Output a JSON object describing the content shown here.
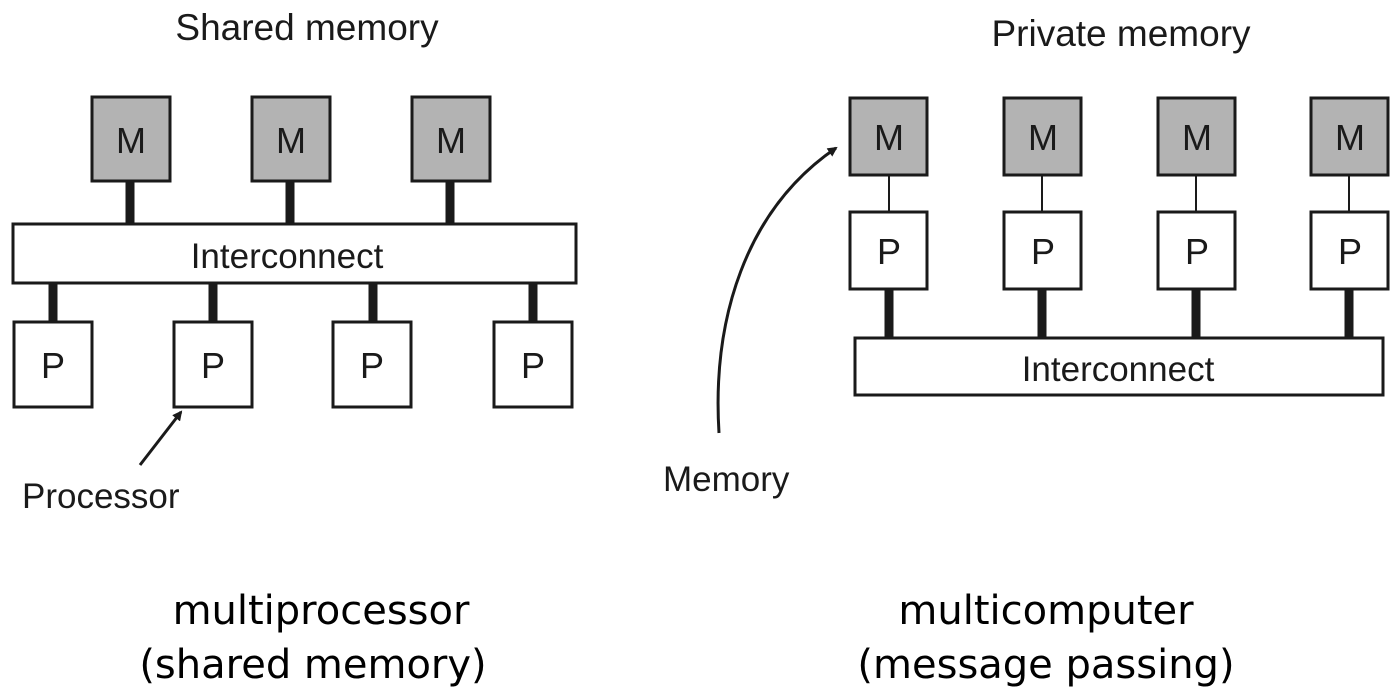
{
  "left_diagram": {
    "title": "Shared memory",
    "memory_label": "M",
    "processor_label": "P",
    "interconnect_label": "Interconnect",
    "callout_label": "Processor",
    "caption_line1": "multiprocessor",
    "caption_line2": "(shared memory)"
  },
  "right_diagram": {
    "title": "Private memory",
    "memory_label": "M",
    "processor_label": "P",
    "interconnect_label": "Interconnect",
    "callout_label": "Memory",
    "caption_line1": "multicomputer",
    "caption_line2": "(message passing)"
  },
  "colors": {
    "memory_fill": "#b3b3b3",
    "processor_fill": "#ffffff",
    "stroke": "#1a1a1a"
  }
}
